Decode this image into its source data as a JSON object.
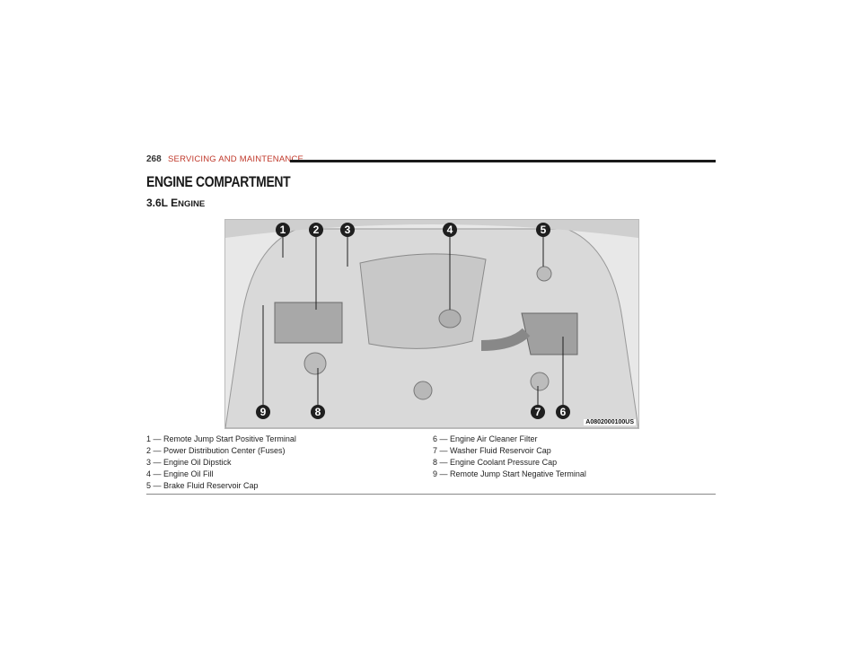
{
  "header": {
    "page_number": "268",
    "section": "SERVICING AND MAINTENANCE"
  },
  "title": "ENGINE COMPARTMENT",
  "subtitle": {
    "main": "3.6L E",
    "small_caps": "NGINE"
  },
  "figure": {
    "callouts": [
      "1",
      "2",
      "3",
      "4",
      "5",
      "6",
      "7",
      "8",
      "9"
    ],
    "code": "A0802000100US"
  },
  "legend": {
    "left": [
      "1 — Remote Jump Start Positive Terminal",
      "2 — Power Distribution Center (Fuses)",
      "3 — Engine Oil Dipstick",
      "4 — Engine Oil Fill",
      "5 — Brake Fluid Reservoir Cap"
    ],
    "right": [
      "6 — Engine Air Cleaner Filter",
      "7 — Washer Fluid Reservoir Cap",
      "8 — Engine Coolant Pressure Cap",
      "9 — Remote Jump Start Negative Terminal"
    ]
  },
  "colors": {
    "accent": "#c0392b",
    "text": "#1a1a1a"
  }
}
